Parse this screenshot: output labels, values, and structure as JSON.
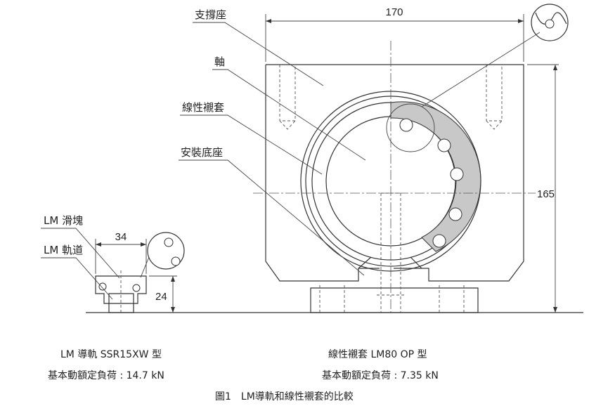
{
  "labels": {
    "support": "支撐座",
    "shaft": "軸",
    "bushing": "線性襯套",
    "base": "安裝底座",
    "lm_block": "LM 滑塊",
    "lm_rail": "LM 軌道"
  },
  "dimensions": {
    "width_large": "170",
    "height_large": "165",
    "width_small": "34",
    "height_small": "24"
  },
  "captions": {
    "left_title": "LM 導軌 SSR15XW 型",
    "left_load": "基本動額定負荷 : 14.7 kN",
    "right_title": "線性襯套 LM80 OP 型",
    "right_load": "基本動額定負荷 : 7.35 kN",
    "figure": "圖1　LM導軌和線性襯套的比較"
  }
}
